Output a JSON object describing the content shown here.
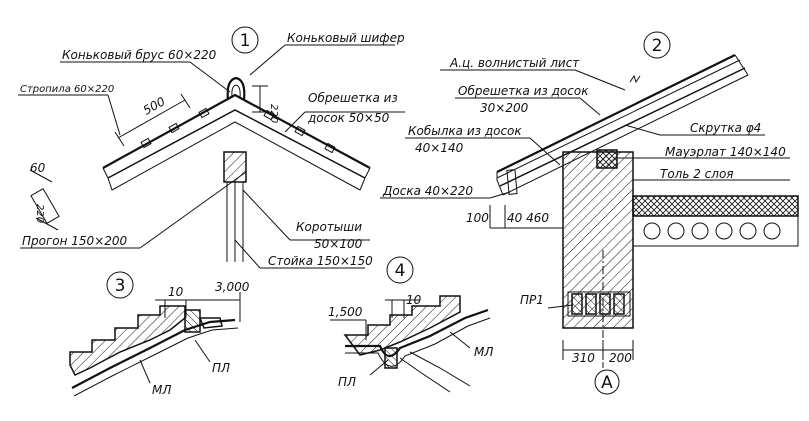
{
  "detail_numbers": {
    "d1": "1",
    "d2": "2",
    "d3": "3",
    "d4": "4",
    "axis": "A"
  },
  "labels": {
    "ridge_slate": "Коньковый шифер",
    "ridge_beam": "Коньковый брус 60×220",
    "rafters": "Стропила 60×220",
    "dim_500": "500",
    "dim_220_ridge": "220",
    "lathing": "Обрешетка из",
    "lathing2": "досок 50×50",
    "dim_60": "60",
    "dim_220_rafter": "220",
    "purlin": "Прогон 150×200",
    "shorts": "Коротыши",
    "shorts_size": "50×100",
    "post": "Стойка 150×150",
    "corrugated": "А.ц. волнистый лист",
    "lathing_boards": "Обрешетка из досок",
    "lathing_boards_size": "30×200",
    "filly": "Кобылка из досок",
    "filly_size": "40×140",
    "twist": "Скрутка φ4",
    "wallplate": "Мауэрлат 140×140",
    "roofing_felt": "Толь 2 слоя",
    "board": "Доска 40×220",
    "dim_100": "100",
    "dim_40_460": "40 460",
    "pr1": "ПР1",
    "dim_310": "310",
    "dim_200": "200",
    "dim_10_a": "10",
    "dim_3000": "3,000",
    "pl_3": "ПЛ",
    "ml_3": "МЛ",
    "dim_1500": "1,500",
    "dim_10_b": "10",
    "pl_4": "ПЛ",
    "ml_4": "МЛ"
  }
}
